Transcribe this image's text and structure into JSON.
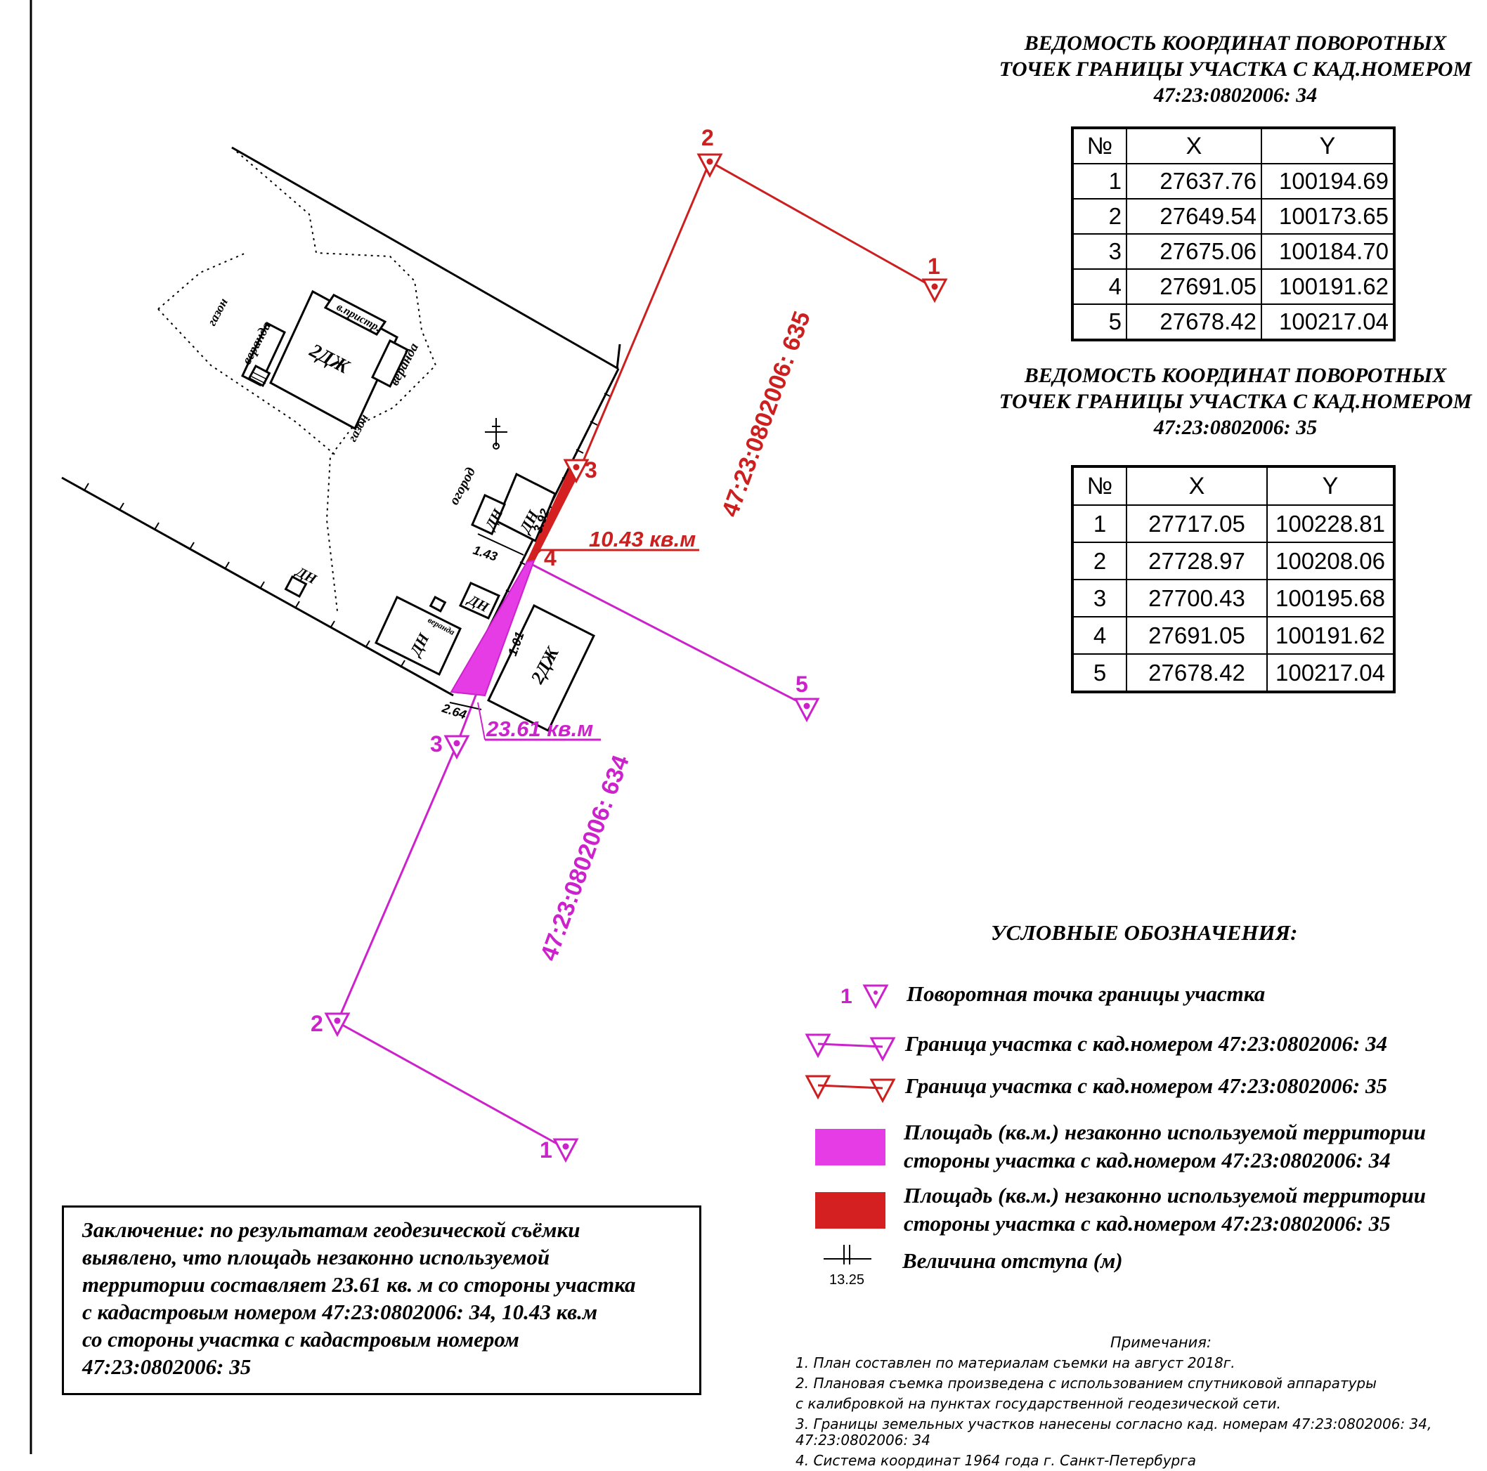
{
  "table1": {
    "title_lines": [
      "ВЕДОМОСТЬ КООРДИНАТ ПОВОРОТНЫХ",
      "ТОЧЕК ГРАНИЦЫ УЧАСТКА С КАД.НОМЕРОМ",
      "47:23:0802006:  34"
    ],
    "headers": [
      "№",
      "X",
      "Y"
    ],
    "rows": [
      [
        "1",
        "27637.76",
        "100194.69"
      ],
      [
        "2",
        "27649.54",
        "100173.65"
      ],
      [
        "3",
        "27675.06",
        "100184.70"
      ],
      [
        "4",
        "27691.05",
        "100191.62"
      ],
      [
        "5",
        "27678.42",
        "100217.04"
      ]
    ]
  },
  "table2": {
    "title_lines": [
      "ВЕДОМОСТЬ КООРДИНАТ ПОВОРОТНЫХ",
      "ТОЧЕК ГРАНИЦЫ УЧАСТКА С КАД.НОМЕРОМ",
      "47:23:0802006:  35"
    ],
    "headers": [
      "№",
      "X",
      "Y"
    ],
    "rows": [
      [
        "1",
        "27717.05",
        "100228.81"
      ],
      [
        "2",
        "27728.97",
        "100208.06"
      ],
      [
        "3",
        "27700.43",
        "100195.68"
      ],
      [
        "4",
        "27691.05",
        "100191.62"
      ],
      [
        "5",
        "27678.42",
        "100217.04"
      ]
    ]
  },
  "map": {
    "parcel_635": "47:23:0802006:  635",
    "parcel_634": "47:23:0802006:  634",
    "area_red": "10.43 кв.м",
    "area_magenta": "23.61 кв.м",
    "dims": [
      "1.43",
      "3.92",
      "1.01",
      "2.64"
    ],
    "red_points": [
      "1",
      "2",
      "3",
      "4"
    ],
    "magenta_points": [
      "1",
      "2",
      "3",
      "5"
    ],
    "buildings": {
      "house": "2ДЖ",
      "porch_left": "веранда",
      "porch_right": "веранда",
      "annex": "в.пристр.",
      "garden": "огород",
      "lawn_top": "газон",
      "lawn_bottom": "газон",
      "dn": "ДН",
      "house2": "2ДЖ",
      "veranda_small": "веранда"
    },
    "colors": {
      "red": "#cc1f1f",
      "magenta": "#cc22cc",
      "fill_magenta": "#e63ce6",
      "fill_red": "#d42020"
    }
  },
  "legend": {
    "title": "УСЛОВНЫЕ ОБОЗНАЧЕНИЯ:",
    "point_num": "1",
    "point": "Поворотная точка границы участка",
    "boundary_34": "Граница участка с кад.номером 47:23:0802006:  34",
    "boundary_35": "Граница участка с кад.номером 47:23:0802006:  35",
    "area_34_line1": "Площадь (кв.м.) незаконно используемой территории",
    "area_34_line2": "стороны участка с кад.номером 47:23:0802006:  34",
    "area_35_line1": "Площадь (кв.м.) незаконно используемой территории",
    "area_35_line2": "стороны участка с кад.номером 47:23:0802006:  35",
    "offset_value": "13.25",
    "offset": "Величина отступа (м)"
  },
  "conclusion": {
    "lines": [
      "Заключение: по результатам геодезической съёмки",
      "выявлено, что площадь незаконно используемой",
      "территории составляет 23.61 кв. м со стороны участка",
      "с кадастровым номером 47:23:0802006:  34, 10.43 кв.м",
      "со стороны участка с кадастровым номером",
      "47:23:0802006:  35"
    ]
  },
  "notes": {
    "title": "Примечания:",
    "lines": [
      "1. План составлен по материалам съемки на август 2018г.",
      "2. Плановая съемка произведена с использованием спутниковой аппаратуры",
      "с калибровкой на пунктах государственной геодезической сети.",
      "3. Границы земельных участков нанесены согласно кад. номерам 47:23:0802006:  34,",
      "47:23:0802006:  34",
      "4. Система координат 1964 года г. Санкт-Петербурга"
    ]
  }
}
